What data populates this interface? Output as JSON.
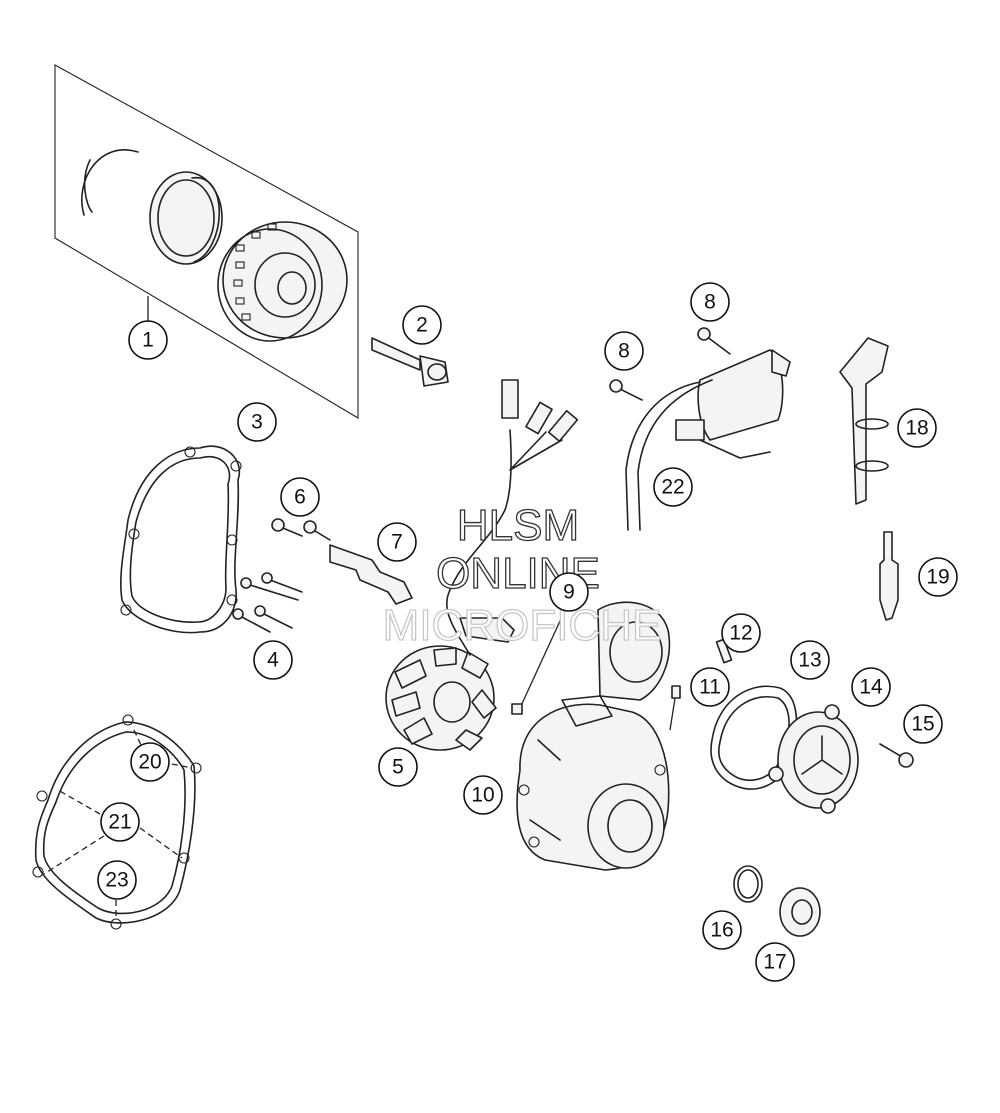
{
  "callouts": [
    "1",
    "2",
    "3",
    "4",
    "5",
    "6",
    "7",
    "8",
    "8",
    "9",
    "10",
    "11",
    "12",
    "13",
    "14",
    "15",
    "16",
    "17",
    "18",
    "19",
    "20",
    "21",
    "22",
    "23"
  ],
  "watermark": {
    "line1": "HLSM",
    "line2": "ONLINE",
    "line3": "MICROFICHE"
  }
}
